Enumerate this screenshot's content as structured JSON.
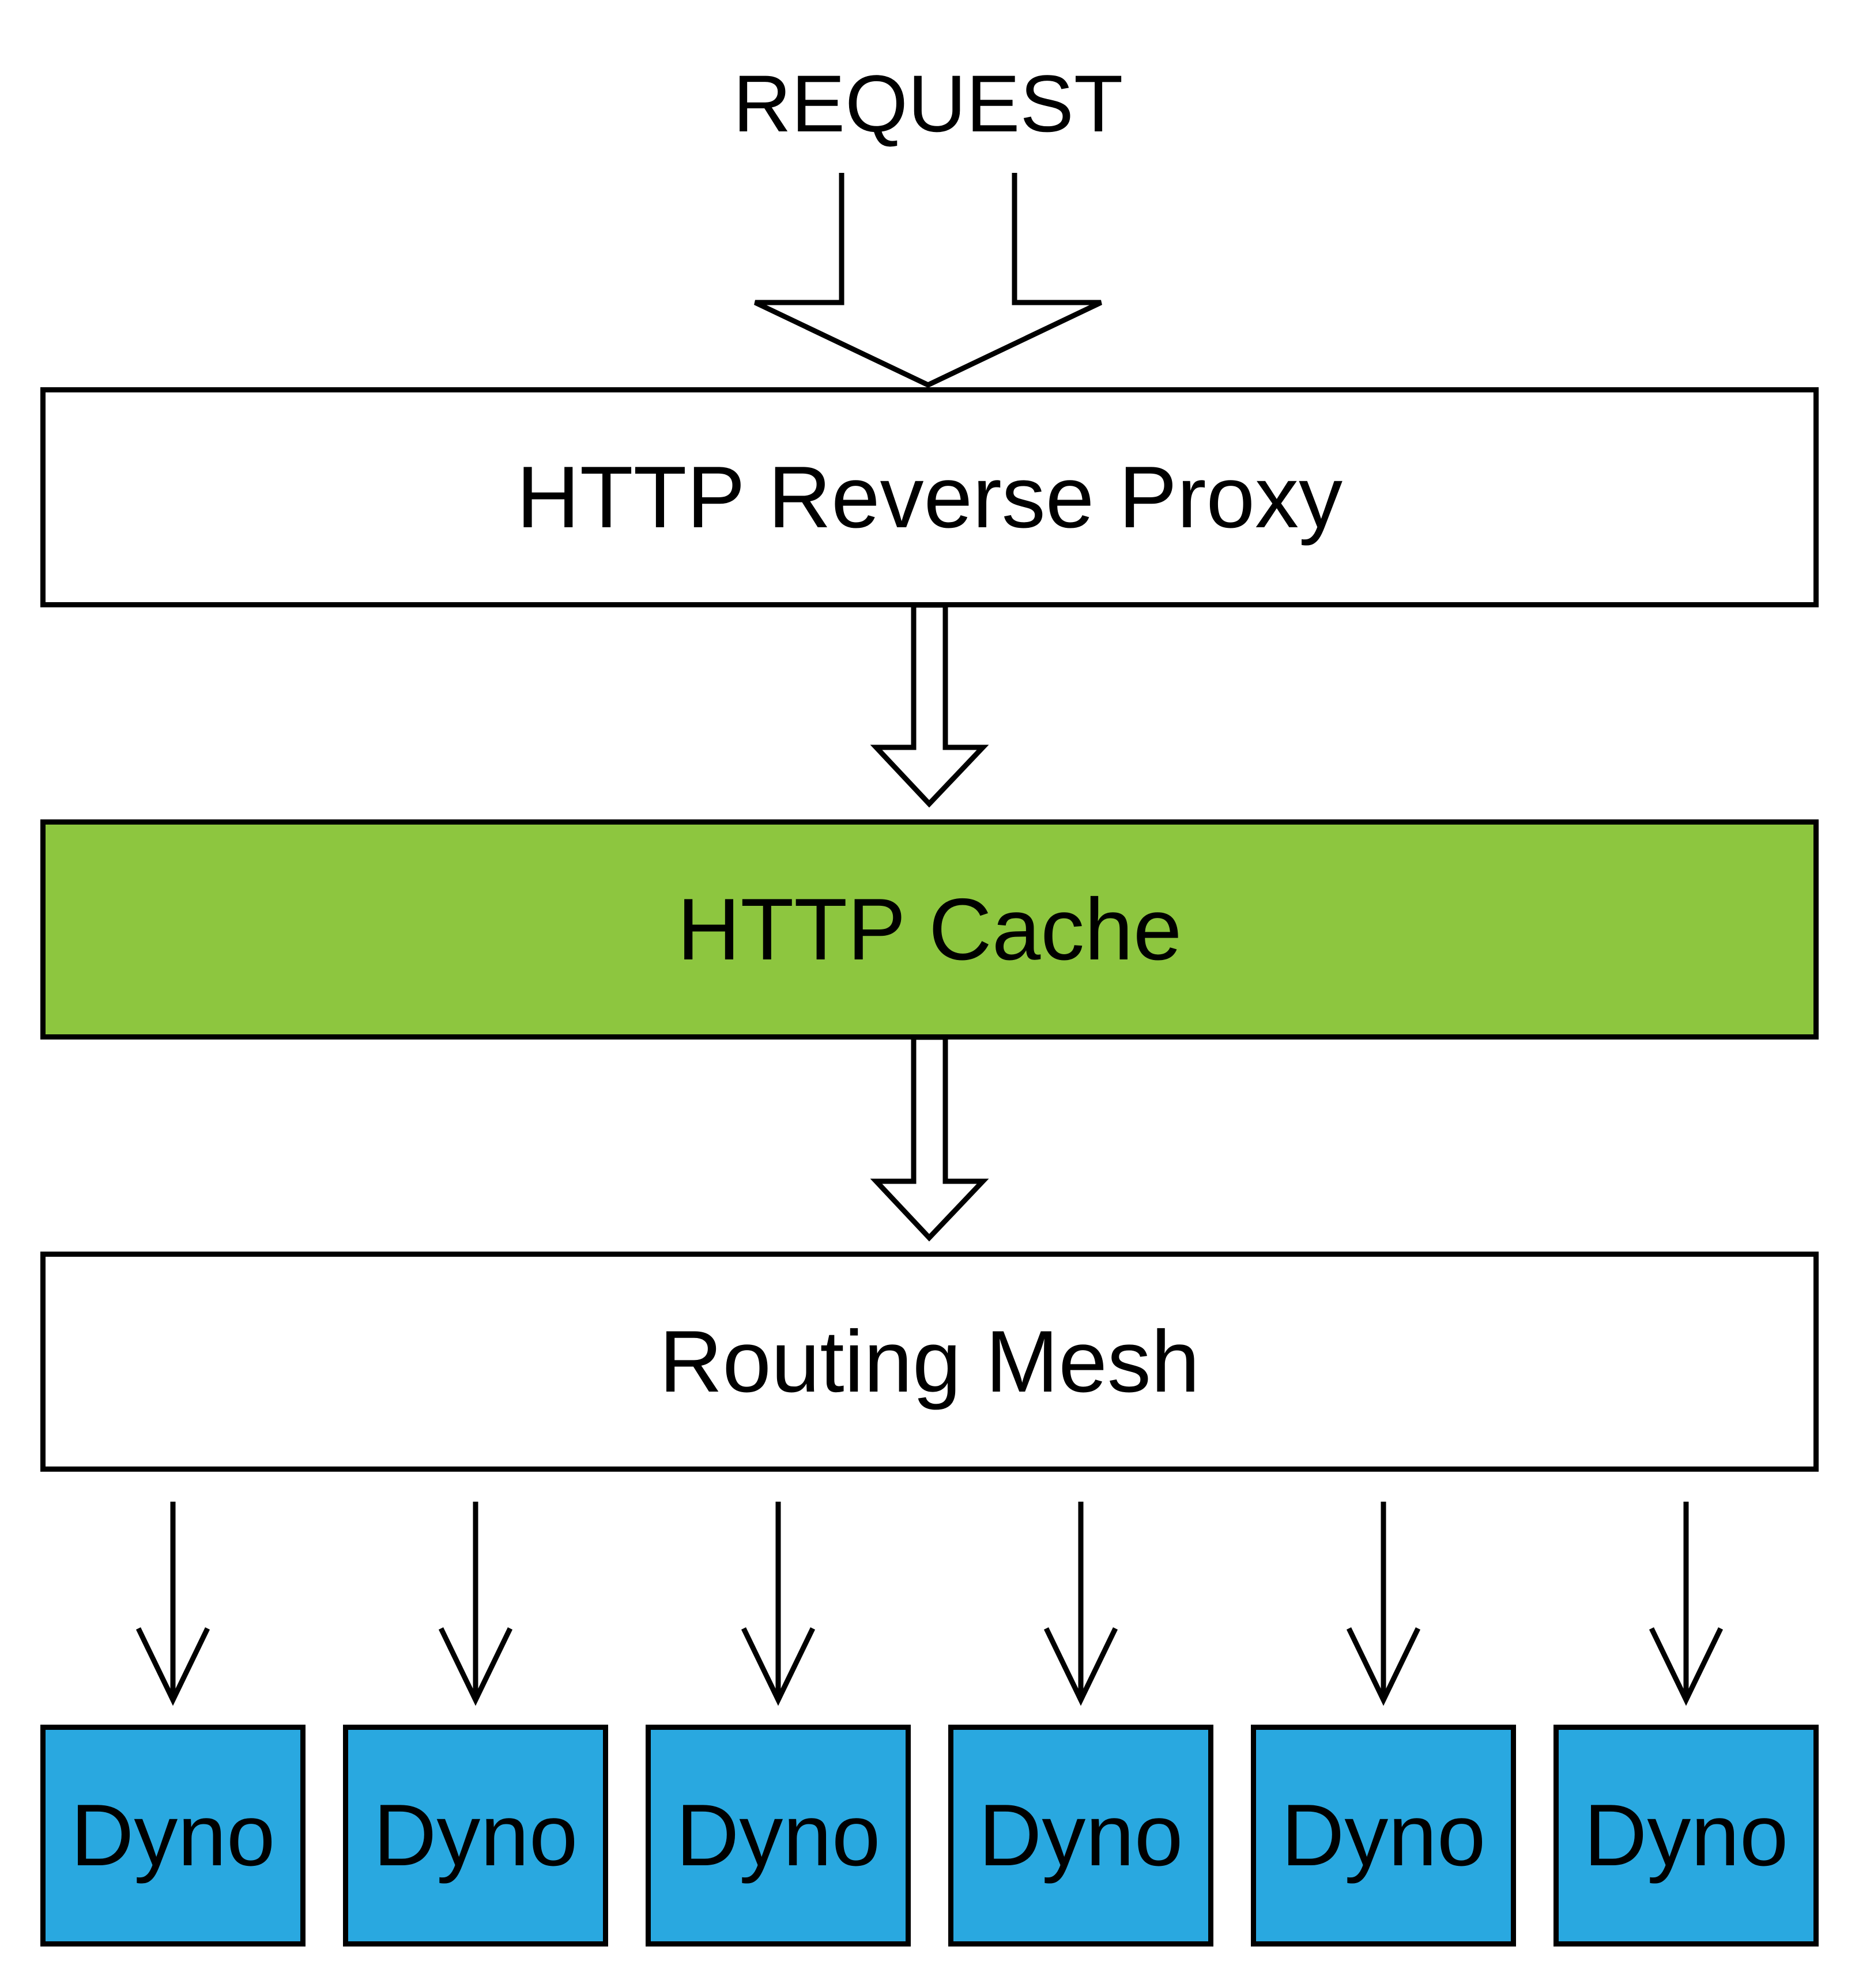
{
  "request": {
    "label": "REQUEST"
  },
  "layers": {
    "proxy": {
      "label": "HTTP Reverse Proxy",
      "fill": "#ffffff"
    },
    "cache": {
      "label": "HTTP Cache",
      "fill": "#8dc63f"
    },
    "mesh": {
      "label": "Routing Mesh",
      "fill": "#ffffff"
    }
  },
  "dynos": {
    "fill": "#29a8e0",
    "items": [
      {
        "label": "Dyno"
      },
      {
        "label": "Dyno"
      },
      {
        "label": "Dyno"
      },
      {
        "label": "Dyno"
      },
      {
        "label": "Dyno"
      },
      {
        "label": "Dyno"
      }
    ]
  },
  "colors": {
    "stroke": "#000000",
    "background": "#ffffff"
  }
}
